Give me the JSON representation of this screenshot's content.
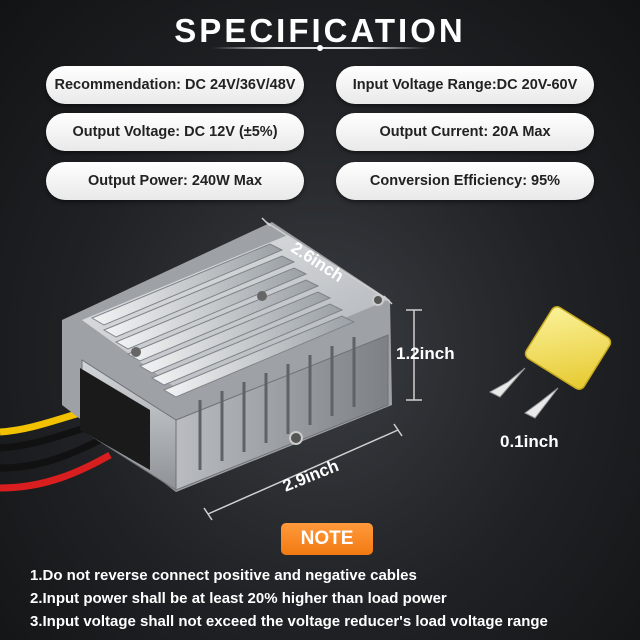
{
  "header": {
    "title": "SPECIFICATION"
  },
  "specs": [
    {
      "label": "Recommendation: DC 24V/36V/48V"
    },
    {
      "label": "Input Voltage Range:DC 20V-60V"
    },
    {
      "label": "Output Voltage: DC 12V (±5%)"
    },
    {
      "label": "Output Current: 20A Max"
    },
    {
      "label": "Output Power: 240W Max"
    },
    {
      "label": "Conversion Efficiency: 95%"
    }
  ],
  "dimensions": {
    "depth": "2.6inch",
    "height": "1.2inch",
    "width": "2.9inch",
    "fuse": "0.1inch"
  },
  "note": {
    "badge": "NOTE",
    "lines": [
      "1.Do not reverse connect positive and negative cables",
      "2.Input power shall be at least 20% higher than load power",
      "3.Input voltage shall not exceed the voltage reducer's load voltage range"
    ]
  },
  "colors": {
    "accent": "#f27a12",
    "wire_yellow": "#f2c200",
    "wire_black": "#111111",
    "wire_red": "#d81e1e",
    "fuse_yellow": "#f5e04a"
  }
}
